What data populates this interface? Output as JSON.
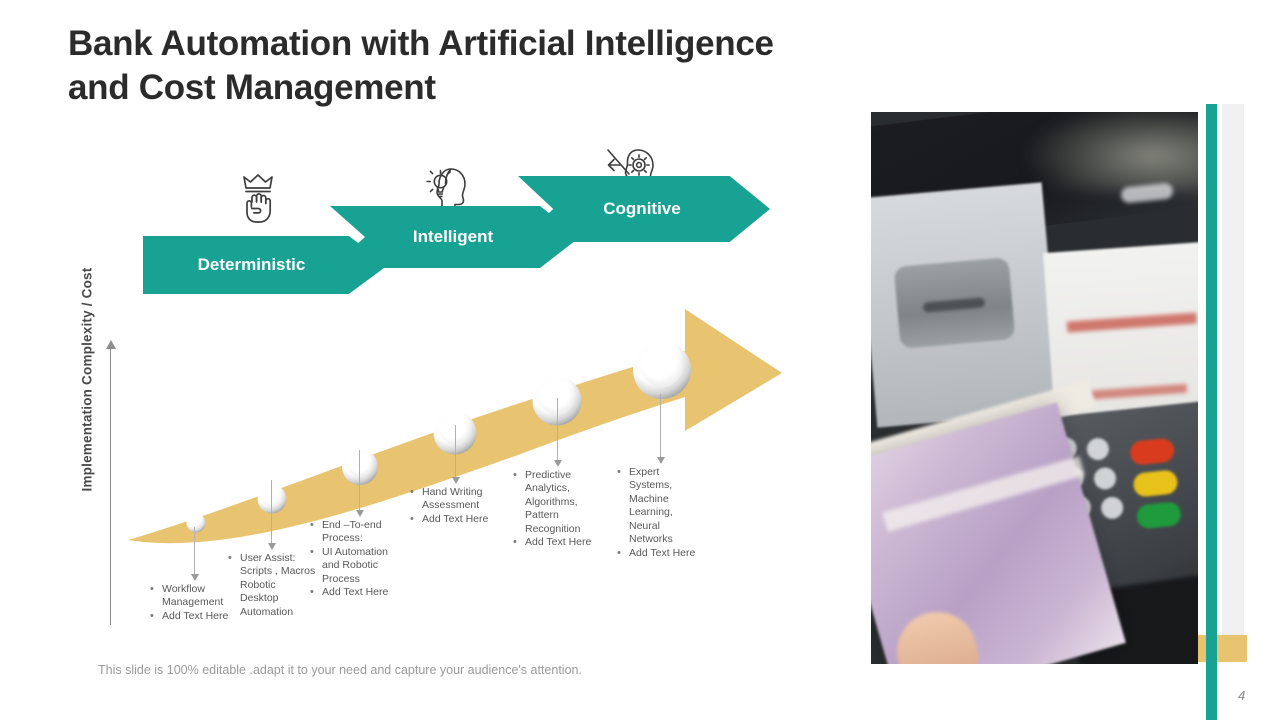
{
  "slide": {
    "title": "Bank Automation with Artificial Intelligence\nand Cost Management",
    "page_number": "4",
    "footer_note": "This slide is 100% editable .adapt it to your need and capture your audience's attention."
  },
  "colors": {
    "teal": "#18a293",
    "gold": "#e8c370",
    "title_text": "#2b2b2b",
    "body_text": "#595959",
    "footer_text": "#9a9a9a",
    "gray_bar": "#f0f0f0"
  },
  "stages": [
    {
      "label": "Deterministic",
      "icon": "crown-fist-icon"
    },
    {
      "label": "Intelligent",
      "icon": "head-lightbulb-icon"
    },
    {
      "label": "Cognitive",
      "icon": "head-gear-arrow-icon"
    }
  ],
  "axis": {
    "label": "Implementation Complexity / Cost"
  },
  "maturity_curve": {
    "arrow_color": "#e8c370",
    "direction": "ascending-right",
    "node_count": 6
  },
  "callouts": [
    {
      "id": "workflow-management",
      "lines": [
        "Workflow",
        "Management"
      ],
      "extra": "Add Text Here"
    },
    {
      "id": "user-assist",
      "lines": [
        "User Assist:",
        "Scripts , Macros",
        "Robotic",
        "Desktop",
        "Automation"
      ],
      "extra": ""
    },
    {
      "id": "end-to-end-process",
      "lines": [
        "End –To-end",
        "Process:",
        "UI Automation",
        "and Robotic",
        "Process"
      ],
      "extra": "Add Text Here"
    },
    {
      "id": "hand-writing-assessment",
      "lines": [
        "Hand Writing",
        "Assessment"
      ],
      "extra": "Add Text Here"
    },
    {
      "id": "predictive-analytics",
      "lines": [
        "Predictive",
        "Analytics,",
        "Algorithms,",
        "Pattern",
        "Recognition"
      ],
      "extra": "Add Text Here"
    },
    {
      "id": "expert-systems",
      "lines": [
        "Expert",
        "Systems,",
        "Machine",
        "Learning,",
        "Neural",
        "Networks"
      ],
      "extra": "Add Text Here"
    }
  ],
  "photo": {
    "alt": "Blurred photo of a hand holding a banknote in front of an ATM keypad"
  }
}
